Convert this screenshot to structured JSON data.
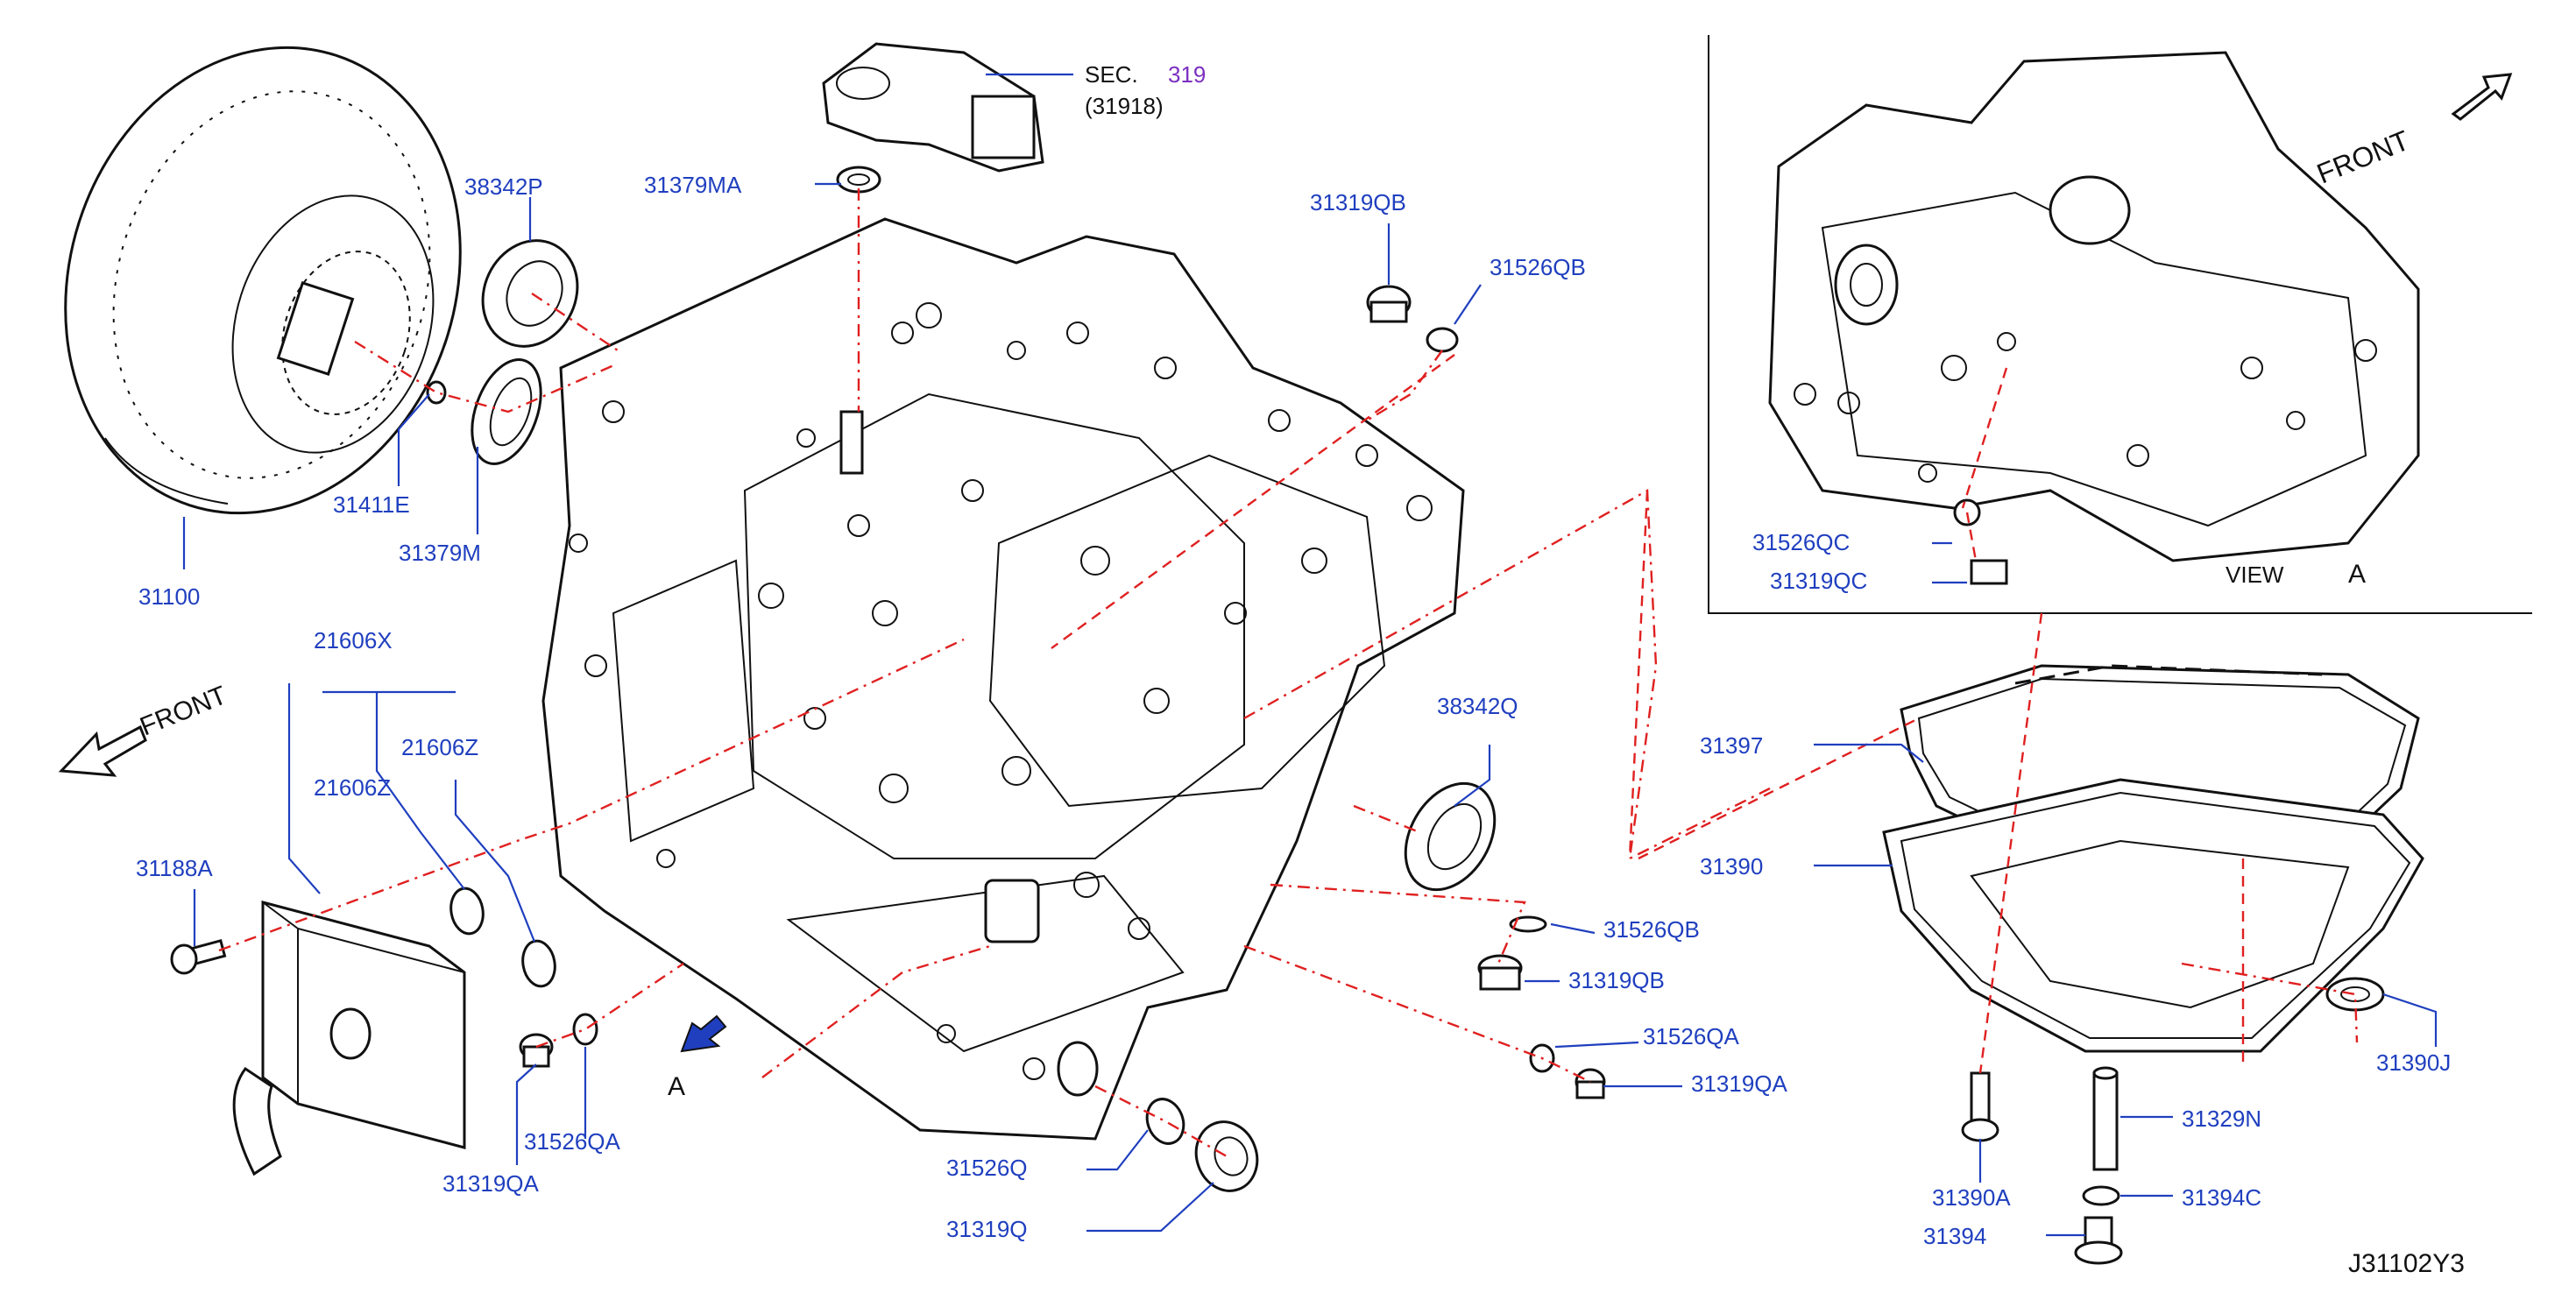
{
  "diagram": {
    "drawing_code": "J31102Y3",
    "view_label": "VIEW",
    "view_letter": "A",
    "arrow_letter": "A",
    "front_label": "FRONT",
    "colors": {
      "label": "#1f3fbf",
      "centerline": "#e02020",
      "section_ref": "#7b2fbf",
      "line_art": "#111111"
    }
  },
  "labels": {
    "p31100": "31100",
    "p38342P": "38342P",
    "p31411E": "31411E",
    "p31379M": "31379M",
    "p31379MA": "31379MA",
    "sec_prefix": "SEC.",
    "sec_num": "319",
    "sec_sub": "(31918)",
    "p31319QB_top": "31319QB",
    "p31526QB_top": "31526QB",
    "p21606X": "21606X",
    "p21606Z_a": "21606Z",
    "p21606Z_b": "21606Z",
    "p31188A": "31188A",
    "p31319QA_left": "31319QA",
    "p31526QA_left": "31526QA",
    "p38342Q": "38342Q",
    "p31526QB_mid": "31526QB",
    "p31319QB_mid": "31319QB",
    "p31526QA_right": "31526QA",
    "p31319QA_right": "31319QA",
    "p31526Q": "31526Q",
    "p31319Q": "31319Q",
    "p31526QC": "31526QC",
    "p31319QC": "31319QC",
    "p31397": "31397",
    "p31390": "31390",
    "p31390J": "31390J",
    "p31329N": "31329N",
    "p31390A": "31390A",
    "p31394C": "31394C",
    "p31394": "31394"
  }
}
